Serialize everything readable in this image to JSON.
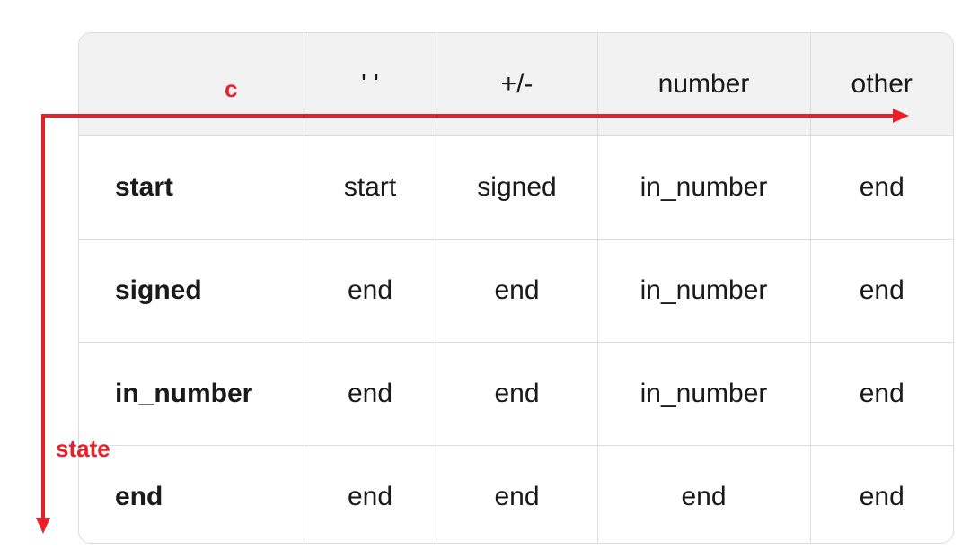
{
  "table": {
    "header": [
      "",
      "' '",
      "+/-",
      "number",
      "other"
    ],
    "rows": [
      {
        "state": "start",
        "cells": [
          "start",
          "signed",
          "in_number",
          "end"
        ]
      },
      {
        "state": "signed",
        "cells": [
          "end",
          "end",
          "in_number",
          "end"
        ]
      },
      {
        "state": "in_number",
        "cells": [
          "end",
          "end",
          "in_number",
          "end"
        ]
      },
      {
        "state": "end",
        "cells": [
          "end",
          "end",
          "end",
          "end"
        ]
      }
    ]
  },
  "annotations": {
    "column_axis_label": "c",
    "row_axis_label": "state",
    "color": "#e8202a"
  }
}
